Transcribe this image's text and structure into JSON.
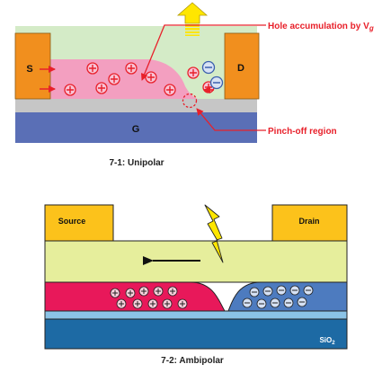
{
  "figure1": {
    "caption": "7-1: Unipolar",
    "electrode_s": "S",
    "electrode_d": "D",
    "gate": "G",
    "annotation_top": "Hole accumulation by V",
    "annotation_top_subscript": "g",
    "annotation_bottom": "Pinch-off region",
    "hole_symbol": "+",
    "electron_symbol": "−"
  },
  "figure2": {
    "caption": "7-2: Ambipolar",
    "source": "Source",
    "drain": "Drain",
    "substrate": "SiO",
    "substrate_subscript": "2",
    "hole_symbol": "+",
    "electron_symbol": "−"
  },
  "colors": {
    "channel_bg": "#d4ebc7",
    "electrode": "#f18f1e",
    "hole_region": "#f39fc0",
    "gate_layer": "#5a6fb6",
    "dielectric": "#c6c6c6",
    "annotation": "#e8202a",
    "arrow_yellow": "#ffe600",
    "semiconductor": "#e6ee9c",
    "hole_band": "#e8185a",
    "electron_band": "#4d7bbf",
    "sio2": "#1d6aa4",
    "thin_layer": "#8bc3e6",
    "contact": "#fcc21b"
  }
}
